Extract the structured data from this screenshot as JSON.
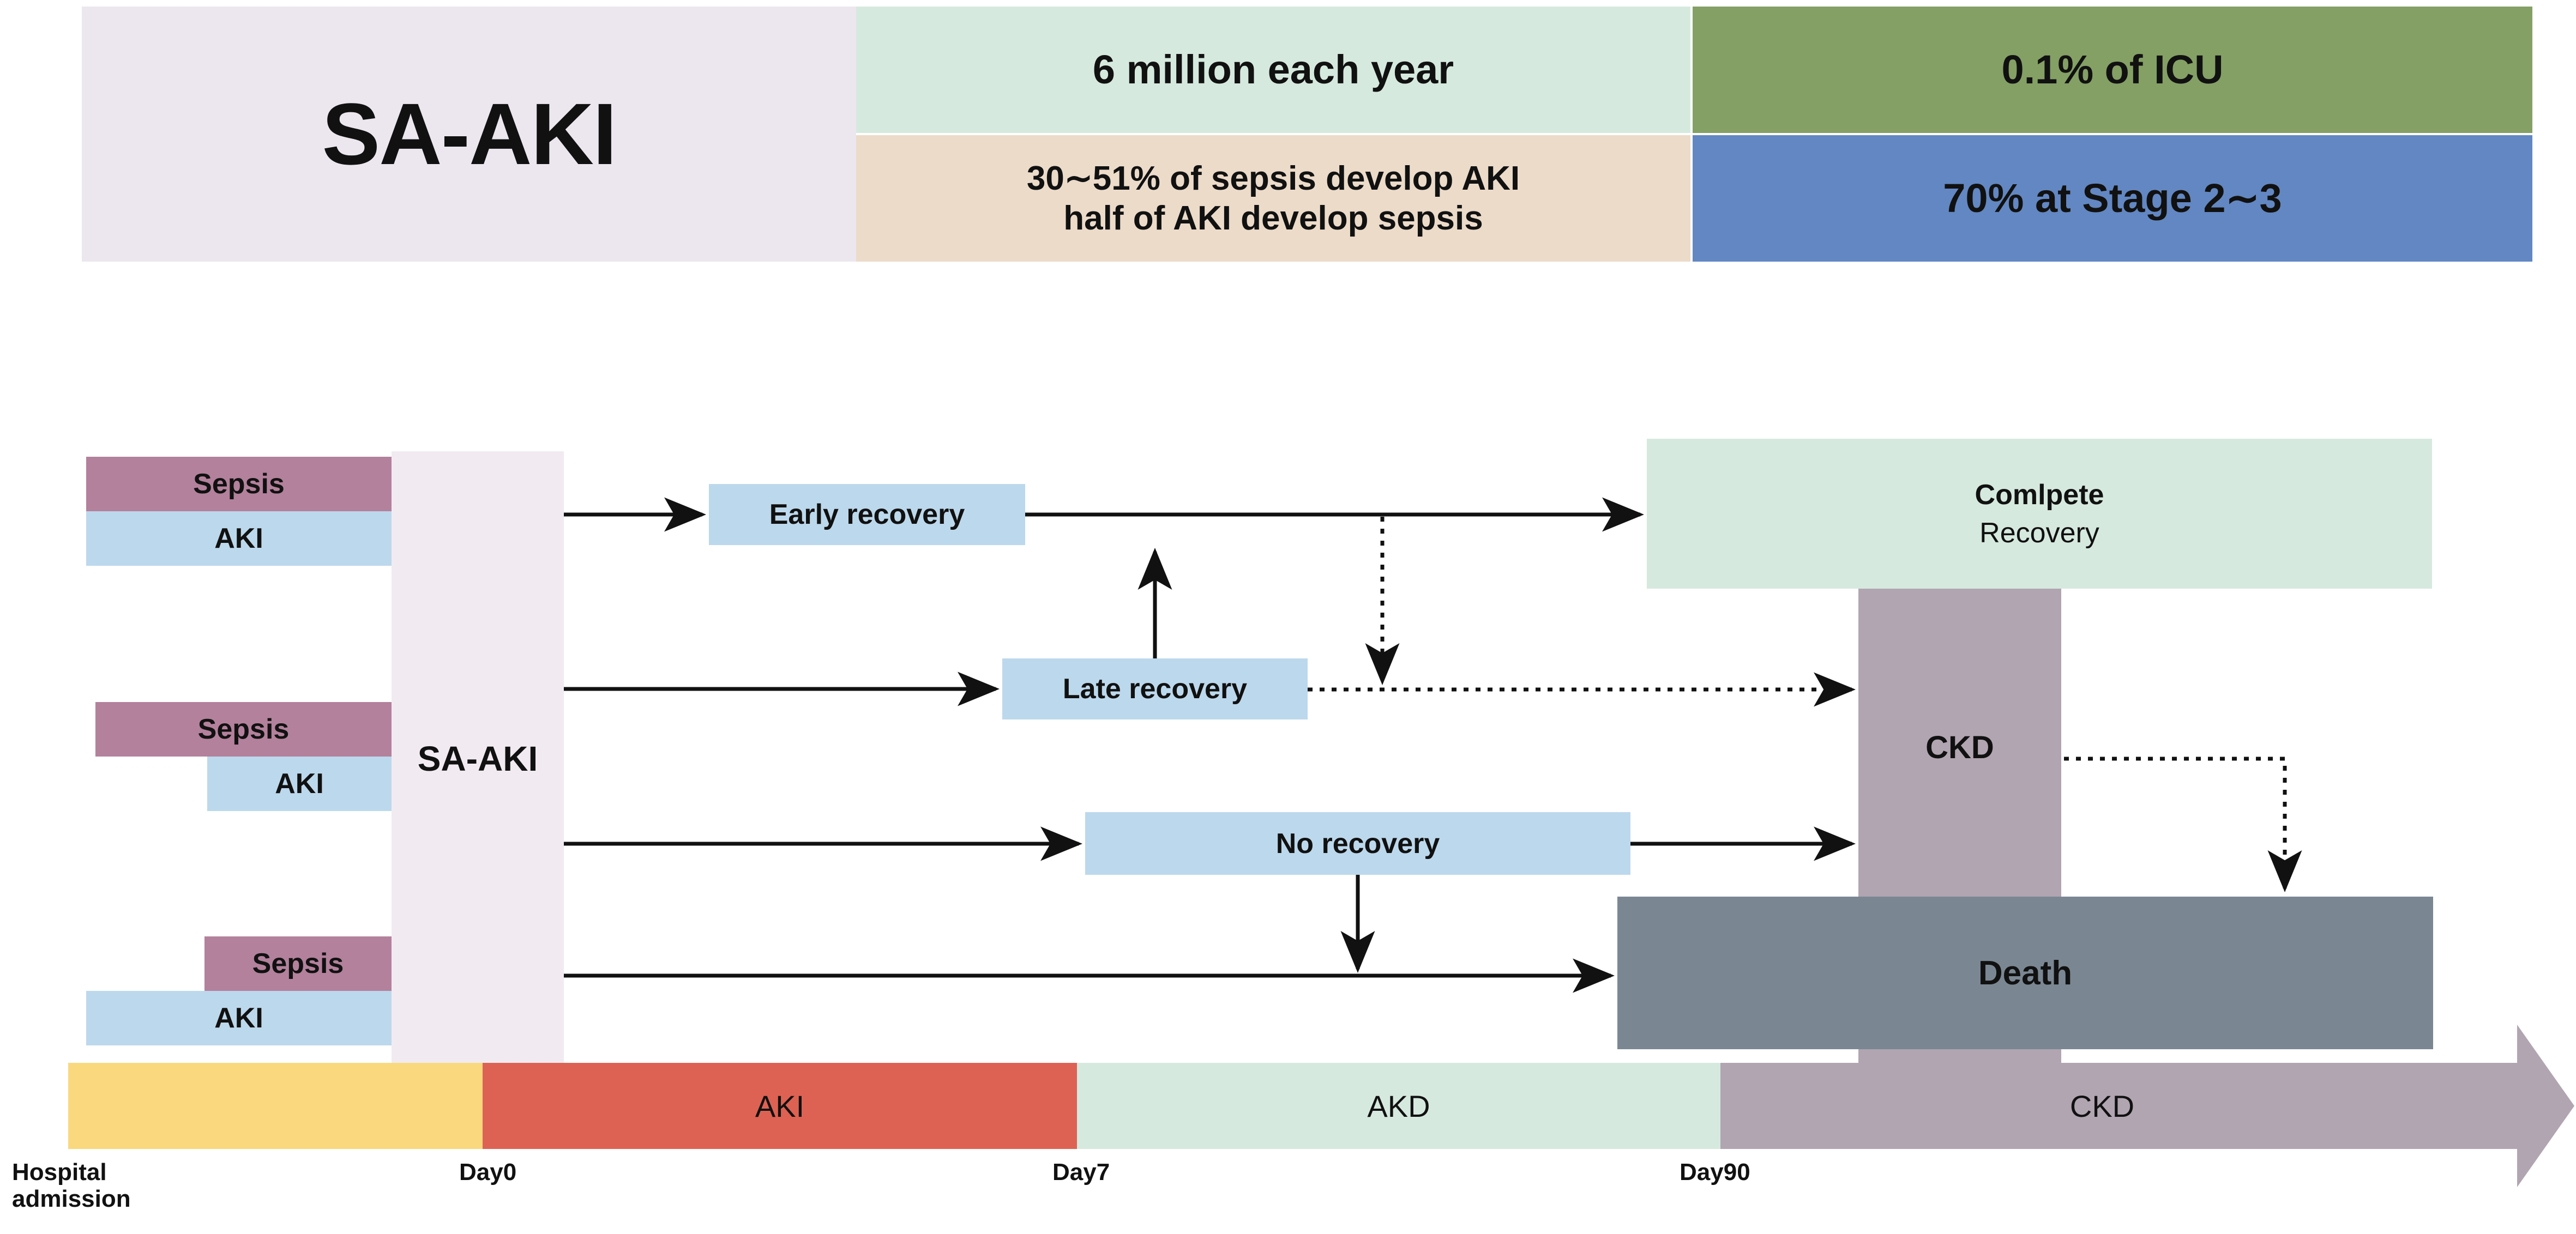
{
  "header": {
    "title": "SA-AKI",
    "incidence": "6 million each year",
    "overlap_line1": "30∼51% of sepsis develop AKI",
    "overlap_line2": "half of AKI develop sepsis",
    "icu_share": "0.1% of ICU",
    "stage_share": "70% at Stage 2∼3",
    "colors": {
      "title_bg": "#ece7ee",
      "incidence_bg": "#d6e9de",
      "overlap_bg": "#ecdbc9",
      "icu_bg": "#84a065",
      "stage_bg": "#6287c2"
    }
  },
  "flow": {
    "hub_label": "SA-AKI",
    "patient_groups": [
      {
        "sepsis_label": "Sepsis",
        "aki_label": "AKI"
      },
      {
        "sepsis_label": "Sepsis",
        "aki_label": "AKI"
      },
      {
        "sepsis_label": "Sepsis",
        "aki_label": "AKI"
      }
    ],
    "outcomes": {
      "early_recovery": "Early recovery",
      "late_recovery": "Late recovery",
      "no_recovery": "No recovery",
      "complete_recovery_line1": "Comlpete",
      "complete_recovery_line2": "Recovery",
      "ckd": "CKD",
      "death": "Death"
    },
    "colors": {
      "sepsis_bar": "#b3819c",
      "aki_bar": "#bcd8ec",
      "recovery_box": "#bcd8ec",
      "hub_bg": "#f1ebf1",
      "complete_recovery_bg": "#d6e9de",
      "ckd_bg": "#b1a5b1",
      "death_bg": "#7a8793"
    }
  },
  "timeline": {
    "segments": [
      {
        "label": "",
        "color": "#fad87d"
      },
      {
        "label": "AKI",
        "color": "#dd6253"
      },
      {
        "label": "AKD",
        "color": "#d6e9de"
      },
      {
        "label": "CKD",
        "color": "#b1a5b1"
      }
    ],
    "ticks": [
      {
        "label_line1": "Hospital",
        "label_line2": "admission"
      },
      {
        "label_line1": "Day0",
        "label_line2": ""
      },
      {
        "label_line1": "Day7",
        "label_line2": ""
      },
      {
        "label_line1": "Day90",
        "label_line2": ""
      }
    ],
    "arrow_color": "#b1a5b1"
  }
}
